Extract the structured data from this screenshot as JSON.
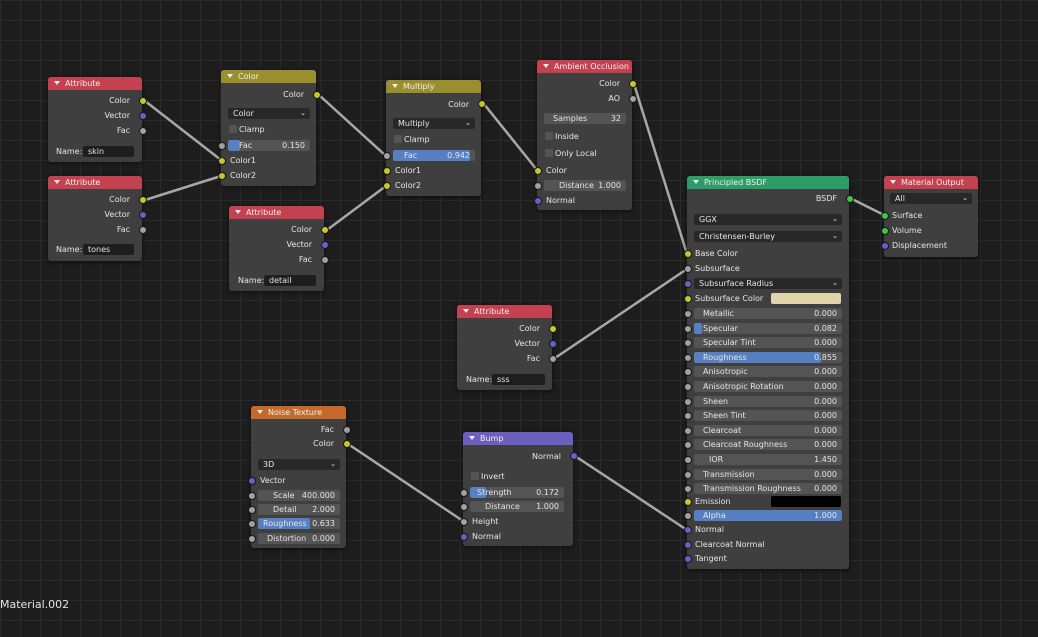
{
  "material_name": "Material.002",
  "colors": {
    "attribute": "#c4424f",
    "converter": "#9a8f2f",
    "shader": "#2c9c68",
    "texture": "#c46a2a",
    "vector": "#6c5fbf",
    "output": "#c4424f"
  },
  "attr1": {
    "title": "Attribute",
    "out_color": "Color",
    "out_vector": "Vector",
    "out_fac": "Fac",
    "name_label": "Name:",
    "name_value": "skin"
  },
  "attr2": {
    "title": "Attribute",
    "out_color": "Color",
    "out_vector": "Vector",
    "out_fac": "Fac",
    "name_label": "Name:",
    "name_value": "tones"
  },
  "attr3": {
    "title": "Attribute",
    "out_color": "Color",
    "out_vector": "Vector",
    "out_fac": "Fac",
    "name_label": "Name:",
    "name_value": "detail"
  },
  "attr4": {
    "title": "Attribute",
    "out_color": "Color",
    "out_vector": "Vector",
    "out_fac": "Fac",
    "name_label": "Name:",
    "name_value": "sss"
  },
  "mix1": {
    "title": "Color",
    "out_color": "Color",
    "blend_mode": "Color",
    "clamp": "Clamp",
    "fac_label": "Fac",
    "fac_value": "0.150",
    "fac_fraction": 0.15,
    "color1": "Color1",
    "color2": "Color2"
  },
  "mix2": {
    "title": "Multiply",
    "out_color": "Color",
    "blend_mode": "Multiply",
    "clamp": "Clamp",
    "fac_label": "Fac",
    "fac_value": "0.942",
    "fac_fraction": 0.942,
    "color1": "Color1",
    "color2": "Color2"
  },
  "ao": {
    "title": "Ambient Occlusion",
    "out_color": "Color",
    "out_ao": "AO",
    "samples_label": "Samples",
    "samples_value": "32",
    "inside": "Inside",
    "only_local": "Only Local",
    "in_color": "Color",
    "distance_label": "Distance",
    "distance_value": "1.000",
    "in_normal": "Normal"
  },
  "noise": {
    "title": "Noise Texture",
    "out_fac": "Fac",
    "out_color": "Color",
    "dimension": "3D",
    "in_vector": "Vector",
    "fields": [
      {
        "label": "Scale",
        "value": "400.000",
        "fill": 0
      },
      {
        "label": "Detail",
        "value": "2.000",
        "fill": 0
      },
      {
        "label": "Roughness",
        "value": "0.633",
        "fill": 0.633
      },
      {
        "label": "Distortion",
        "value": "0.000",
        "fill": 0
      }
    ]
  },
  "bump": {
    "title": "Bump",
    "out_normal": "Normal",
    "invert": "Invert",
    "strength_label": "Strength",
    "strength_value": "0.172",
    "strength_fraction": 0.172,
    "distance_label": "Distance",
    "distance_value": "1.000",
    "in_height": "Height",
    "in_normal": "Normal"
  },
  "bsdf": {
    "title": "Principled BSDF",
    "out_bsdf": "BSDF",
    "distribution": "GGX",
    "subsurface_method": "Christensen-Burley",
    "base_color": "Base Color",
    "subsurface": "Subsurface",
    "subsurface_radius": "Subsurface Radius",
    "subsurface_color": "Subsurface Color",
    "subsurface_color_hex": "#e0d4ab",
    "fields": [
      {
        "label": "Metallic",
        "value": "0.000",
        "fill": 0
      },
      {
        "label": "Specular",
        "value": "0.082",
        "fill": 0.082
      },
      {
        "label": "Specular Tint",
        "value": "0.000",
        "fill": 0
      },
      {
        "label": "Roughness",
        "value": "0.855",
        "fill": 0.855
      },
      {
        "label": "Anisotropic",
        "value": "0.000",
        "fill": 0
      },
      {
        "label": "Anisotropic Rotation",
        "value": "0.000",
        "fill": 0
      },
      {
        "label": "Sheen",
        "value": "0.000",
        "fill": 0
      },
      {
        "label": "Sheen Tint",
        "value": "0.000",
        "fill": 0
      },
      {
        "label": "Clearcoat",
        "value": "0.000",
        "fill": 0
      },
      {
        "label": "Clearcoat Roughness",
        "value": "0.000",
        "fill": 0
      },
      {
        "label": "IOR",
        "value": "1.450",
        "fill": 0
      },
      {
        "label": "Transmission",
        "value": "0.000",
        "fill": 0
      },
      {
        "label": "Transmission Roughness",
        "value": "0.000",
        "fill": 0
      }
    ],
    "emission": "Emission",
    "emission_hex": "#000000",
    "alpha_label": "Alpha",
    "alpha_value": "1.000",
    "alpha_fraction": 1.0,
    "normal": "Normal",
    "clearcoat_normal": "Clearcoat Normal",
    "tangent": "Tangent"
  },
  "output": {
    "title": "Material Output",
    "target": "All",
    "surface": "Surface",
    "volume": "Volume",
    "displacement": "Displacement"
  }
}
